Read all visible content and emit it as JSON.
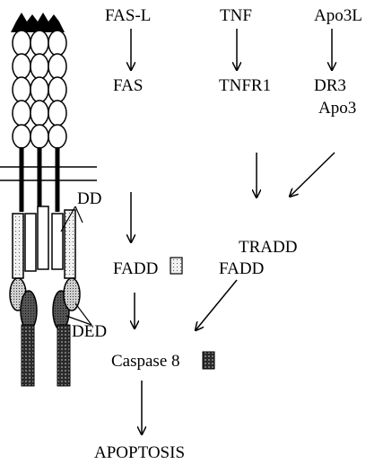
{
  "ligands": {
    "fasl": "FAS-L",
    "tnf": "TNF",
    "apo3l": "Apo3L"
  },
  "receptors": {
    "fas": "FAS",
    "tnfr1": "TNFR1",
    "dr3": "DR3",
    "apo3": "Apo3"
  },
  "adaptors": {
    "fadd_left": "FADD",
    "tradd": "TRADD",
    "fadd_right": "FADD"
  },
  "domains": {
    "dd": "DD",
    "ded": "DED"
  },
  "effector": {
    "caspase8": "Caspase 8"
  },
  "outcome": {
    "apoptosis": "APOPTOSIS"
  },
  "colors": {
    "ink": "#000000",
    "background": "#ffffff",
    "dd_fill": "#d9d9d9",
    "ded_fill": "#bfbfbf",
    "caspase_fill": "#3a3a3a"
  }
}
